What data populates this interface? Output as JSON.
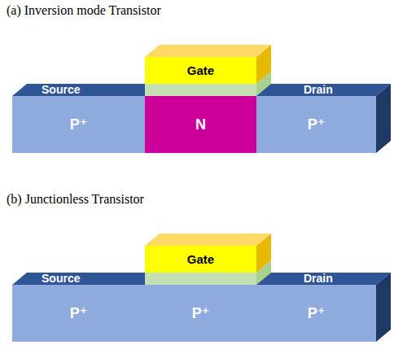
{
  "diagram": {
    "nodes": [
      {
        "text": [
          "Gate"
        ]
      },
      {
        "text": [
          "Source",
          "P⁺"
        ]
      },
      {
        "text": [
          "N"
        ]
      },
      {
        "text": [
          "Drain",
          "P⁺"
        ]
      },
      {
        "text": [
          "Gate"
        ]
      },
      {
        "text": [
          "Source",
          "P⁺"
        ]
      },
      {
        "text": [
          "P⁺"
        ]
      },
      {
        "text": [
          "Drain",
          "P⁺"
        ]
      }
    ],
    "labels": [
      "(a) Inversion mode Transistor",
      "(b) Junctionless Transistor"
    ]
  }
}
